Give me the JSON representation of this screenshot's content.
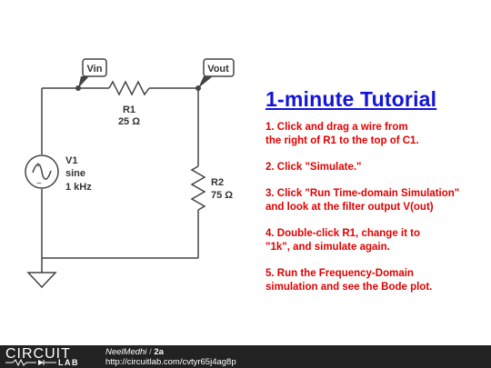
{
  "schematic": {
    "nodes": {
      "vin": "Vin",
      "vout": "Vout"
    },
    "r1": {
      "name": "R1",
      "value": "25 Ω"
    },
    "r2": {
      "name": "R2",
      "value": "75 Ω"
    },
    "v1": {
      "name": "V1",
      "type": "sine",
      "freq": "1 kHz"
    }
  },
  "tutorial": {
    "title": "1-minute Tutorial",
    "steps": [
      {
        "line1": "1. Click and drag a wire from",
        "line2": "the right of R1 to the top of C1."
      },
      {
        "line1": "2. Click \"Simulate.\"",
        "line2": ""
      },
      {
        "line1": "3. Click \"Run Time-domain Simulation\"",
        "line2": "and look at the filter output V(out)"
      },
      {
        "line1": "4. Double-click R1, change it to",
        "line2": "\"1k\", and simulate again."
      },
      {
        "line1": "5. Run the Frequency-Domain",
        "line2": "simulation and see the Bode plot."
      }
    ]
  },
  "footer": {
    "logo_top": "CIRCUIT",
    "logo_bottom": "LAB",
    "author": "NeelMedhi",
    "separator": "/",
    "title": "2a",
    "url": "http://circuitlab.com/cvtyr65j4ag8p"
  },
  "colors": {
    "wire": "#444444",
    "tutorial_title": "#1414d8",
    "tutorial_text": "#e00000",
    "footer_bg": "#222222"
  }
}
